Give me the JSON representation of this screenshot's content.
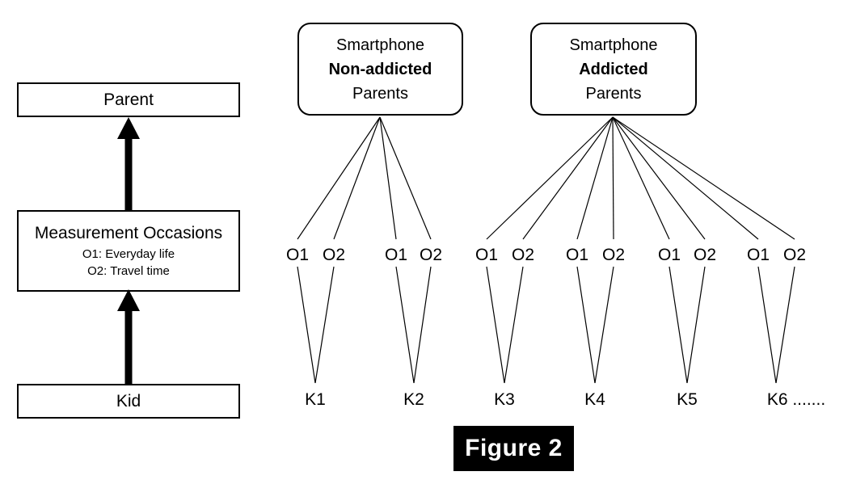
{
  "figure": {
    "caption": "Figure 2"
  },
  "legend_panel": {
    "parent_box": {
      "label": "Parent"
    },
    "measurement_box": {
      "title": "Measurement Occasions",
      "line1": "O1: Everyday life",
      "line2": "O2: Travel time"
    },
    "kid_box": {
      "label": "Kid"
    },
    "arrows": [
      {
        "name": "kid-to-measurement",
        "direction": "up"
      },
      {
        "name": "measurement-to-parent",
        "direction": "up"
      }
    ]
  },
  "model_panel": {
    "groups": [
      {
        "id": "non-addicted",
        "line1": "Smartphone",
        "line2": "Non-addicted",
        "line3": "Parents",
        "emphasis_line": 2,
        "child_count": 2
      },
      {
        "id": "addicted",
        "line1": "Smartphone",
        "line2": "Addicted",
        "line3": "Parents",
        "emphasis_line": 2,
        "child_count": 4
      }
    ],
    "occasions": [
      {
        "o1": "O1",
        "o2": "O2"
      },
      {
        "o1": "O1",
        "o2": "O2"
      },
      {
        "o1": "O1",
        "o2": "O2"
      },
      {
        "o1": "O1",
        "o2": "O2"
      },
      {
        "o1": "O1",
        "o2": "O2"
      },
      {
        "o1": "O1",
        "o2": "O2"
      }
    ],
    "kids": [
      {
        "label": "K1"
      },
      {
        "label": "K2"
      },
      {
        "label": "K3"
      },
      {
        "label": "K4"
      },
      {
        "label": "K5"
      },
      {
        "label": "K6 ......."
      }
    ]
  },
  "colors": {
    "stroke": "#000000",
    "background": "#ffffff",
    "banner_bg": "#000000",
    "banner_text": "#ffffff"
  }
}
